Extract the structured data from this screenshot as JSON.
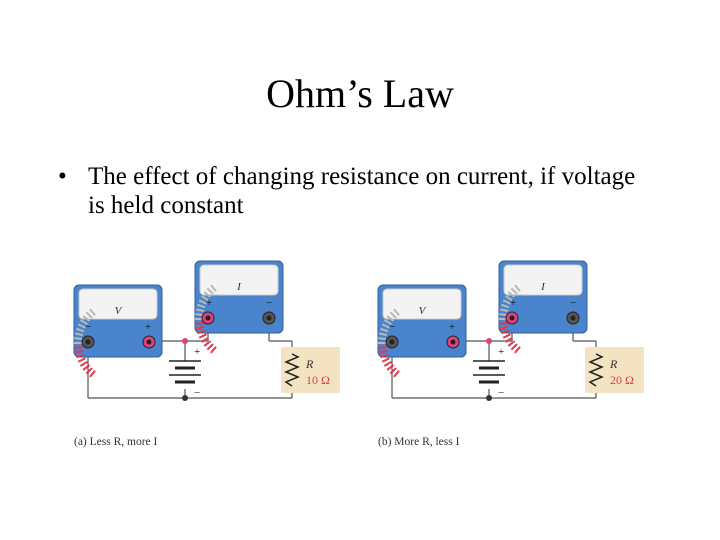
{
  "slide": {
    "title": "Ohm’s Law",
    "bullet": "The effect of changing resistance on current, if voltage is held constant",
    "bullet_symbol": "•"
  },
  "colors": {
    "meter_blue": "#4a84cc",
    "meter_face": "#f3f3f3",
    "scale_red": "#e03a4a",
    "terminal_positive": "#e0407a",
    "resistor_box": "#f3e3c3",
    "wire": "#555555"
  },
  "circuits": [
    {
      "voltmeter_label": "V",
      "ammeter_label": "I",
      "terminal_minus": "−",
      "terminal_plus": "+",
      "battery_plus": "+",
      "battery_minus": "−",
      "resistor_symbol": "R",
      "resistor_value": "10 Ω",
      "caption": "(a) Less R, more I"
    },
    {
      "voltmeter_label": "V",
      "ammeter_label": "I",
      "terminal_minus": "−",
      "terminal_plus": "+",
      "battery_plus": "+",
      "battery_minus": "−",
      "resistor_symbol": "R",
      "resistor_value": "20 Ω",
      "caption": "(b) More R, less I"
    }
  ]
}
